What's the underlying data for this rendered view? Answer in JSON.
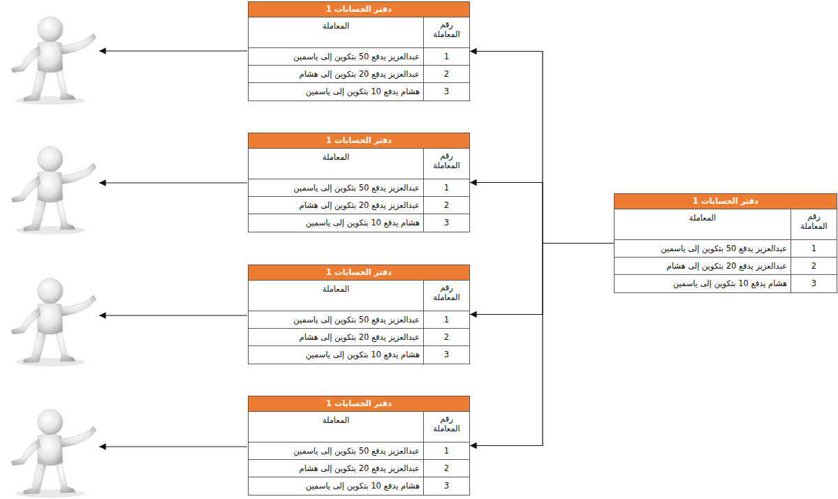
{
  "diagram": {
    "nodes": [
      {
        "text": [
          "دفتر الحسابات 1",
          "رقم المعاملة",
          "المعاملة",
          "1",
          "عبدالعزيز يدفع 50 بتكوين إلى ياسمين",
          "2",
          "عبدالعزيز يدفع 20 بتكوين إلى هشام",
          "3",
          "هشام يدفع 10 بتكوين إلى ياسمين"
        ]
      },
      {
        "text": [
          "دفتر الحسابات 1",
          "رقم المعاملة",
          "المعاملة",
          "1",
          "عبدالعزيز يدفع 50 بتكوين إلى ياسمين",
          "2",
          "عبدالعزيز يدفع 20 بتكوين إلى هشام",
          "3",
          "هشام يدفع 10 بتكوين إلى ياسمين"
        ]
      },
      {
        "text": [
          "دفتر الحسابات 1",
          "رقم المعاملة",
          "المعاملة",
          "1",
          "عبدالعزيز يدفع 50 بتكوين إلى ياسمين",
          "2",
          "عبدالعزيز يدفع 20 بتكوين إلى هشام",
          "3",
          "هشام يدفع 10 بتكوين إلى ياسمين"
        ]
      },
      {
        "text": [
          "دفتر الحسابات 1",
          "رقم المعاملة",
          "المعاملة",
          "1",
          "عبدالعزيز يدفع 50 بتكوين إلى ياسمين",
          "2",
          "عبدالعزيز يدفع 20 بتكوين إلى هشام",
          "3",
          "هشام يدفع 10 بتكوين إلى ياسمين"
        ]
      },
      {
        "text": [
          "دفتر الحسابات 1",
          "رقم المعاملة",
          "المعاملة",
          "1",
          "عبدالعزيز يدفع 50 بتكوين إلى ياسمين",
          "2",
          "عبدالعزيز يدفع 20 بتكوين إلى هشام",
          "3",
          "هشام يدفع 10 بتكوين إلى ياسمين"
        ]
      }
    ],
    "edges": [
      {
        "from": 0,
        "to": 1,
        "arrow": "to"
      },
      {
        "from": 0,
        "to": 2,
        "arrow": "to"
      },
      {
        "from": 0,
        "to": 3,
        "arrow": "to"
      },
      {
        "from": 0,
        "to": 4,
        "arrow": "to"
      }
    ]
  }
}
